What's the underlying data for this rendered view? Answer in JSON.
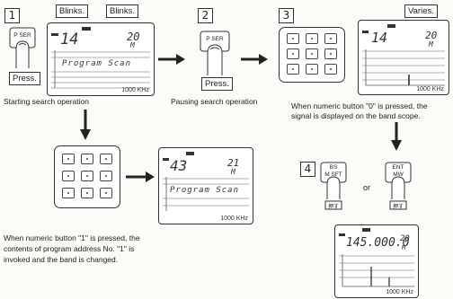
{
  "step1": {
    "number": "1",
    "blinks_left": "Blinks.",
    "blinks_right": "Blinks.",
    "button_label": "P SER",
    "press": "Press.",
    "caption": "Starting search operation",
    "display_main": "14",
    "display_right": "20",
    "display_mode": "M",
    "program_text": "Program Scan",
    "freq_label": "1000 KHz"
  },
  "step2": {
    "number": "2",
    "button_label": "P SER",
    "press": "Press.",
    "caption": "Pausing search operation"
  },
  "step3": {
    "number": "3",
    "varies": "Varies.",
    "display_main": "14",
    "display_right": "20",
    "display_mode": "M",
    "freq_label": "1000 KHz",
    "caption_line1": "When numeric button \"0\" is pressed, the",
    "caption_line2": "signal is displayed on the band scope."
  },
  "step_keypad1": {
    "display_main": "43",
    "display_right": "21",
    "display_mode": "M",
    "program_text": "Program Scan",
    "freq_label": "1000 KHz",
    "caption_line1": "When numeric button \"1\" is pressed, the",
    "caption_line2": "contents of program address No. \"1\" is",
    "caption_line3": "invoked and the band is changed."
  },
  "step4": {
    "number": "4",
    "button1_line1": "BS",
    "button1_line2": "M SFT",
    "button1_press": "押す",
    "or": "or",
    "button2_line1": "ENT",
    "button2_line2": "MW",
    "button2_press": "押す",
    "display_main": "145.000.0",
    "display_right": "20",
    "display_mode": "M",
    "freq_label": "1000 KHz"
  }
}
